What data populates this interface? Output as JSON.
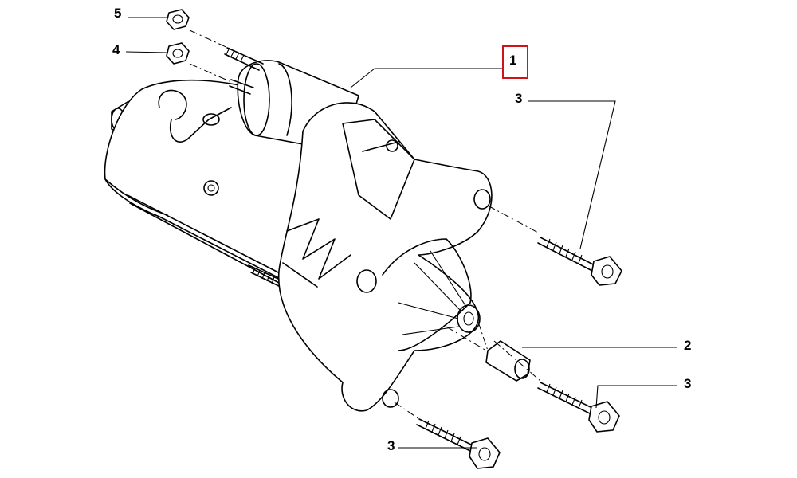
{
  "diagram": {
    "highlight_color": "#d0121b",
    "callouts": [
      {
        "id": "c5",
        "text": "5"
      },
      {
        "id": "c4",
        "text": "4"
      },
      {
        "id": "c1",
        "text": "1"
      },
      {
        "id": "c3a",
        "text": "3"
      },
      {
        "id": "c2",
        "text": "2"
      },
      {
        "id": "c3b",
        "text": "3"
      },
      {
        "id": "c3c",
        "text": "3"
      }
    ]
  }
}
